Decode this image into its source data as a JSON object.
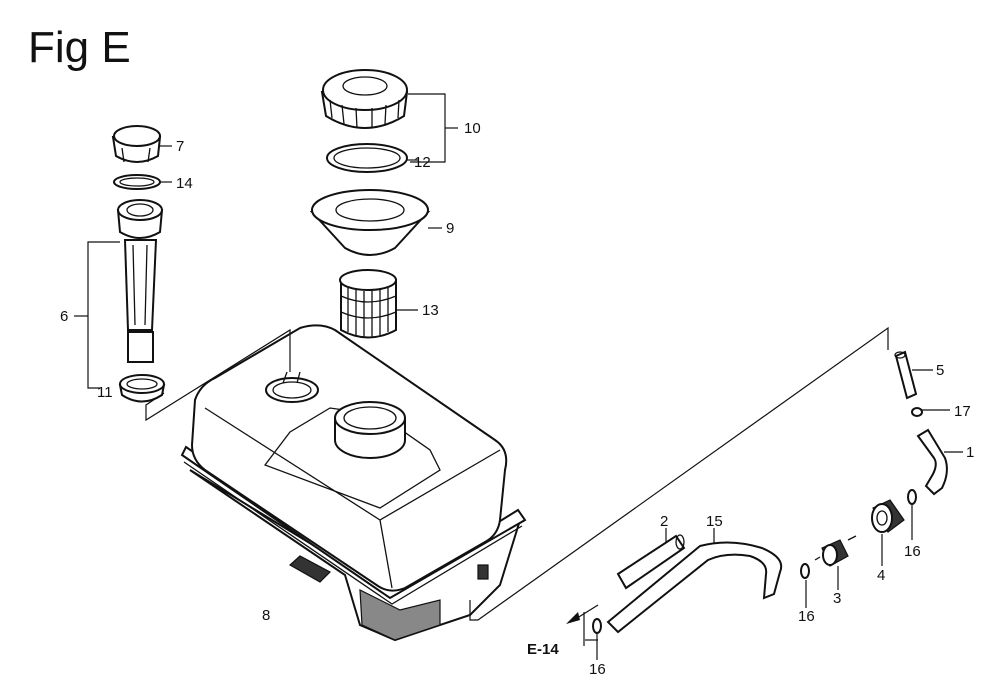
{
  "figure": {
    "title": "Fig E"
  },
  "reference": {
    "label": "E-14"
  },
  "callouts": {
    "c1": "1",
    "c2": "2",
    "c3": "3",
    "c4": "4",
    "c5": "5",
    "c6": "6",
    "c7": "7",
    "c8": "8",
    "c9": "9",
    "c10": "10",
    "c11": "11",
    "c12": "12",
    "c13": "13",
    "c14": "14",
    "c15": "15",
    "c16a": "16",
    "c16b": "16",
    "c16c": "16",
    "c17": "17"
  }
}
